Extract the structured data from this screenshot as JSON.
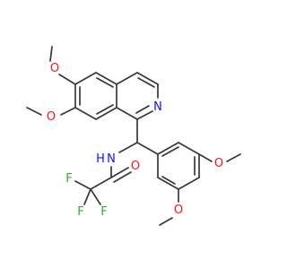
{
  "structure": {
    "atom_labels": {
      "o_ome1": "O",
      "o_ome2": "O",
      "n_ring": "N",
      "n_amide": "N",
      "h_amide": "H",
      "o_carbonyl": "O",
      "f1": "F",
      "f2": "F",
      "f3": "F",
      "o_ome3": "O",
      "o_ome4": "O"
    },
    "colors": {
      "bond": "#383838",
      "oxygen": "#ff1414",
      "nitrogen": "#1010ff",
      "fluorine": "#28b428",
      "background": "#ffffff"
    }
  }
}
